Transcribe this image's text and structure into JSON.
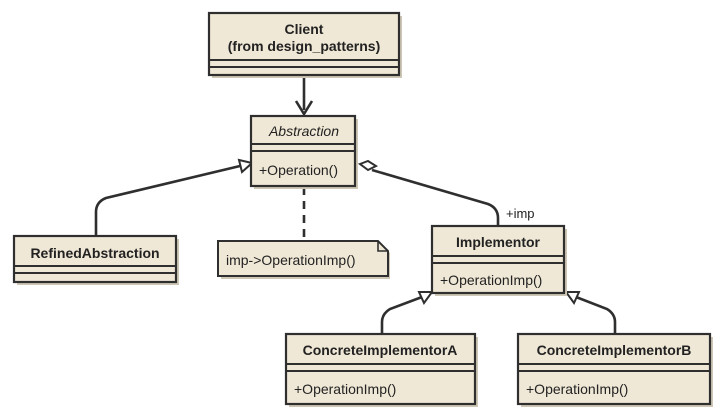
{
  "diagram": {
    "client": {
      "title_line1": "Client",
      "title_line2": "(from design_patterns)"
    },
    "abstraction": {
      "title": "Abstraction",
      "operation": "+Operation()"
    },
    "refined_abstraction": {
      "title": "RefinedAbstraction"
    },
    "note": {
      "text": "imp->OperationImp()"
    },
    "implementor": {
      "title": "Implementor",
      "operation": "+OperationImp()",
      "role_label": "+imp"
    },
    "concrete_a": {
      "title": "ConcreteImplementorA",
      "operation": "+OperationImp()"
    },
    "concrete_b": {
      "title": "ConcreteImplementorB",
      "operation": "+OperationImp()"
    }
  },
  "colors": {
    "box_fill": "#f0e8d6",
    "stroke": "#2f2f2f"
  }
}
